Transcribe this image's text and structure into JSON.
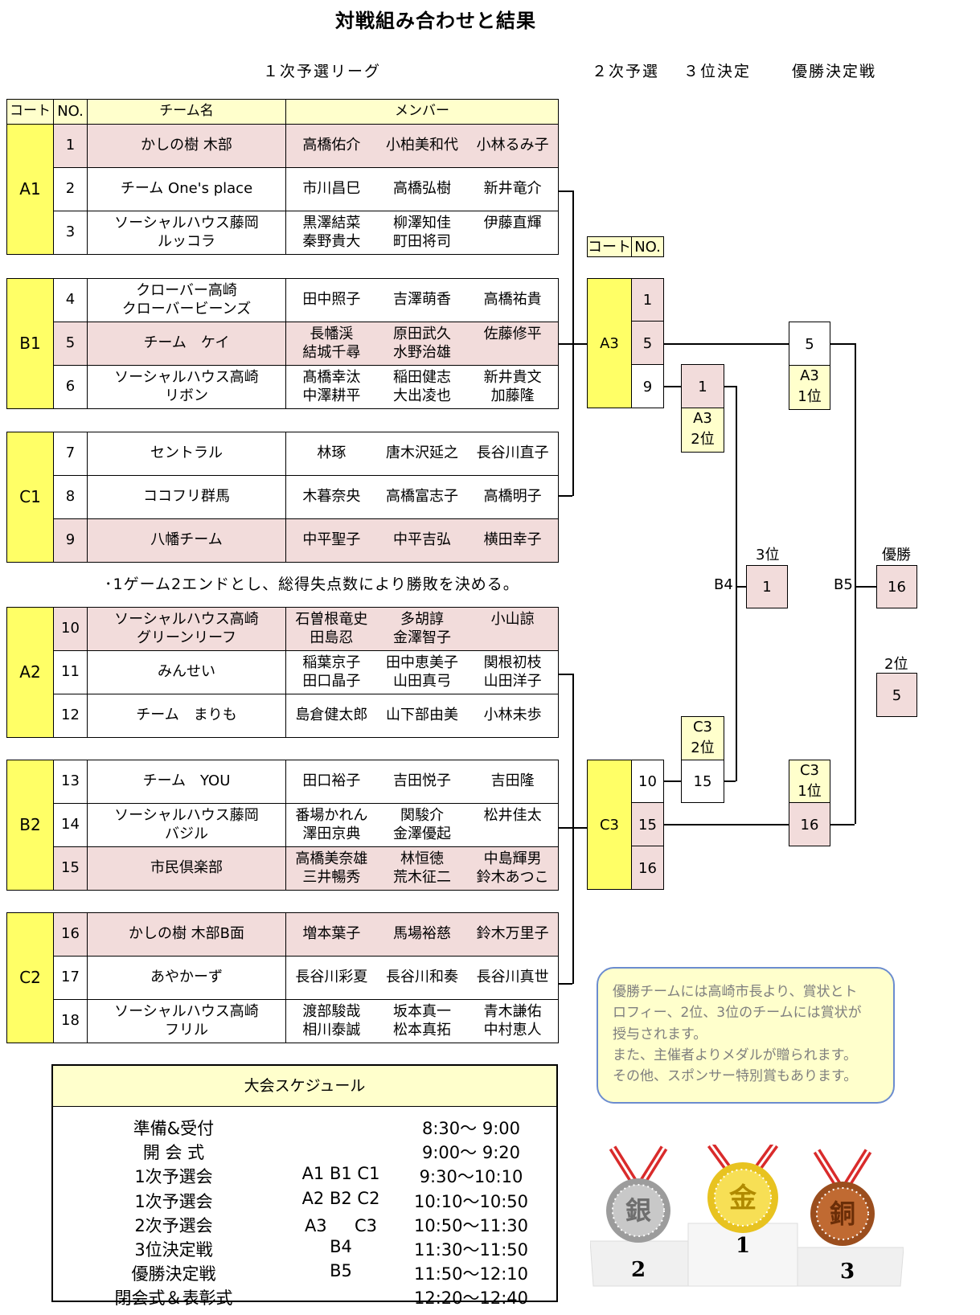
{
  "title": "対戦組み合わせと結果",
  "headers": {
    "prelim1": "１次予選リーグ",
    "prelim2": "２次予選",
    "third": "３位決定",
    "final": "優勝決定戦"
  },
  "columns": {
    "court": "コート",
    "no": "NO.",
    "team": "チーム名",
    "members": "メンバー"
  },
  "blocks": [
    {
      "court": "A1",
      "rows": [
        {
          "no": "1",
          "team": [
            "かしの樹 木部"
          ],
          "members": [
            [
              "高橋佑介",
              "小柏美和代",
              "小林るみ子"
            ]
          ],
          "hl": true
        },
        {
          "no": "2",
          "team": [
            "チーム One's place"
          ],
          "members": [
            [
              "市川昌巳",
              "高橋弘樹",
              "新井竜介"
            ]
          ],
          "hl": false
        },
        {
          "no": "3",
          "team": [
            "ソーシャルハウス藤岡",
            "ルッコラ"
          ],
          "members": [
            [
              "黒澤結菜",
              "柳澤知佳",
              "伊藤直輝"
            ],
            [
              "秦野貴大",
              "町田将司",
              ""
            ]
          ],
          "hl": false
        }
      ]
    },
    {
      "court": "B1",
      "rows": [
        {
          "no": "4",
          "team": [
            "クローバー高崎",
            "クローバービーンズ"
          ],
          "members": [
            [
              "田中照子",
              "吉澤萌香",
              "高橋祐貴"
            ]
          ],
          "hl": false
        },
        {
          "no": "5",
          "team": [
            "チーム　ケイ"
          ],
          "members": [
            [
              "長幡渓",
              "原田武久",
              "佐藤修平"
            ],
            [
              "結城千尋",
              "水野治雄",
              ""
            ]
          ],
          "hl": true
        },
        {
          "no": "6",
          "team": [
            "ソーシャルハウス高崎",
            "リボン"
          ],
          "members": [
            [
              "髙橋幸汰",
              "稲田健志",
              "新井貴文"
            ],
            [
              "中澤耕平",
              "大出凌也",
              "加藤隆"
            ]
          ],
          "hl": false
        }
      ]
    },
    {
      "court": "C1",
      "rows": [
        {
          "no": "7",
          "team": [
            "セントラル"
          ],
          "members": [
            [
              "林琢",
              "唐木沢延之",
              "長谷川直子"
            ]
          ],
          "hl": false
        },
        {
          "no": "8",
          "team": [
            "ココフリ群馬"
          ],
          "members": [
            [
              "木暮奈央",
              "高橋富志子",
              "高橋明子"
            ]
          ],
          "hl": false
        },
        {
          "no": "9",
          "team": [
            "八幡チーム"
          ],
          "members": [
            [
              "中平聖子",
              "中平吉弘",
              "横田幸子"
            ]
          ],
          "hl": true
        }
      ]
    },
    {
      "court": "A2",
      "rows": [
        {
          "no": "10",
          "team": [
            "ソーシャルハウス高崎",
            "グリーンリーフ"
          ],
          "members": [
            [
              "石曽根竜史",
              "多胡諄",
              "小山諒"
            ],
            [
              "田島忍",
              "金澤智子",
              ""
            ]
          ],
          "hl": true
        },
        {
          "no": "11",
          "team": [
            "みんせい"
          ],
          "members": [
            [
              "稲葉京子",
              "田中恵美子",
              "関根初枝"
            ],
            [
              "田口晶子",
              "山田真弓",
              "山田洋子"
            ]
          ],
          "hl": false
        },
        {
          "no": "12",
          "team": [
            "チーム　まりも"
          ],
          "members": [
            [
              "島倉健太郎",
              "山下部由美",
              "小林未歩"
            ]
          ],
          "hl": false
        }
      ]
    },
    {
      "court": "B2",
      "rows": [
        {
          "no": "13",
          "team": [
            "チーム　YOU"
          ],
          "members": [
            [
              "田口裕子",
              "吉田悦子",
              "吉田隆"
            ]
          ],
          "hl": false
        },
        {
          "no": "14",
          "team": [
            "ソーシャルハウス藤岡",
            "バジル"
          ],
          "members": [
            [
              "番場かれん",
              "関駿介",
              "松井佳太"
            ],
            [
              "澤田京典",
              "金澤優起",
              ""
            ]
          ],
          "hl": false
        },
        {
          "no": "15",
          "team": [
            "市民倶楽部"
          ],
          "members": [
            [
              "高橋美奈雄",
              "林恒徳",
              "中島輝男"
            ],
            [
              "三井暢秀",
              "荒木征二",
              "鈴木あつこ"
            ]
          ],
          "hl": true
        }
      ]
    },
    {
      "court": "C2",
      "rows": [
        {
          "no": "16",
          "team": [
            "かしの樹 木部B面"
          ],
          "members": [
            [
              "増本葉子",
              "馬場裕慈",
              "鈴木万里子"
            ]
          ],
          "hl": true
        },
        {
          "no": "17",
          "team": [
            "あやかーず"
          ],
          "members": [
            [
              "長谷川彩夏",
              "長谷川和奏",
              "長谷川真世"
            ]
          ],
          "hl": false
        },
        {
          "no": "18",
          "team": [
            "ソーシャルハウス高崎",
            "フリル"
          ],
          "members": [
            [
              "渡部駿哉",
              "坂本真一",
              "青木謙佑"
            ],
            [
              "相川泰誠",
              "松本真拓",
              "中村恵人"
            ]
          ],
          "hl": false
        }
      ]
    }
  ],
  "rule_note": "･1ゲーム2エンドとし、総得失点数により勝敗を決める。",
  "bracket": {
    "small_header": {
      "court": "コート",
      "no": "NO."
    },
    "a3": {
      "court": "A3",
      "nos": [
        "1",
        "5",
        "9"
      ]
    },
    "c3": {
      "court": "C3",
      "nos": [
        "10",
        "15",
        "16"
      ]
    },
    "a3_second": {
      "no": "1",
      "label1": "A3",
      "label2": "2位"
    },
    "a3_first": {
      "no": "5",
      "label1": "A3",
      "label2": "1位"
    },
    "c3_second": {
      "no": "15",
      "label1": "C3",
      "label2": "2位"
    },
    "c3_first": {
      "no": "16",
      "label1": "C3",
      "label2": "1位"
    },
    "b4": {
      "court": "B4",
      "caption": "3位",
      "no": "1"
    },
    "b5": {
      "court": "B5",
      "caption": "優勝",
      "no": "16"
    },
    "second": {
      "caption": "2位",
      "no": "5"
    }
  },
  "note": [
    "優勝チームには高崎市長より、賞状とト",
    "ロフィー、2位、3位のチームには賞状が",
    "授与されます。",
    "また、主催者よりメダルが贈られます。",
    "その他、スポンサー特別賞もあります。"
  ],
  "schedule": {
    "title": "大会スケジュール",
    "rows": [
      {
        "event": "準備&受付",
        "courts": "",
        "time": "8:30～ 9:00"
      },
      {
        "event": "開 会 式",
        "courts": "",
        "time": "9:00～ 9:20"
      },
      {
        "event": "1次予選会",
        "courts": "A1 B1 C1",
        "time": "9:30～10:10"
      },
      {
        "event": "1次予選会",
        "courts": "A2 B2 C2",
        "time": "10:10～10:50"
      },
      {
        "event": "2次予選会",
        "courts": "A3 　 C3",
        "time": "10:50～11:30"
      },
      {
        "event": "3位決定戦",
        "courts": "B4",
        "time": "11:30～11:50"
      },
      {
        "event": "優勝決定戦",
        "courts": "B5",
        "time": "11:50～12:10"
      },
      {
        "event": "閉会式＆表彰式",
        "courts": "",
        "time": "12:20～12:40"
      }
    ]
  },
  "medals": {
    "silver": {
      "char": "銀",
      "place": "2"
    },
    "gold": {
      "char": "金",
      "place": "1"
    },
    "bronze": {
      "char": "銅",
      "place": "3"
    }
  },
  "colors": {
    "court": "#ffff66",
    "header": "#ffffcc",
    "highlight": "#f2dcdb",
    "note_border": "#6b8ccf"
  }
}
